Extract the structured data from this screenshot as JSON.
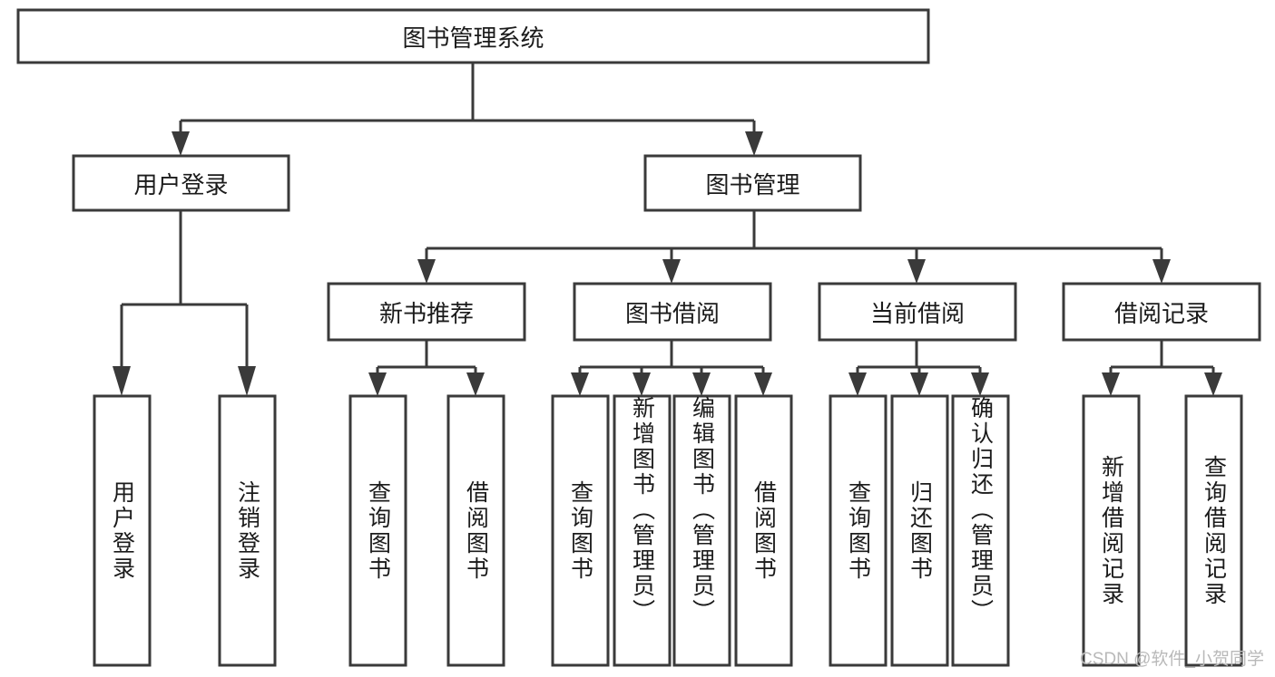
{
  "diagram": {
    "type": "tree",
    "title": "图书管理系统",
    "watermark": "CSDN @软件_小贺同学",
    "colors": {
      "box_stroke": "#3a3a3a",
      "box_fill": "#ffffff",
      "text": "#1b1b1b",
      "connector": "#3a3a3a",
      "watermark": "#b9b9b9",
      "background": "#ffffff"
    },
    "nodes": {
      "root": {
        "label": "图书管理系统"
      },
      "level2": [
        {
          "label": "用户登录"
        },
        {
          "label": "图书管理"
        }
      ],
      "level3": [
        {
          "label": "新书推荐"
        },
        {
          "label": "图书借阅"
        },
        {
          "label": "当前借阅"
        },
        {
          "label": "借阅记录"
        }
      ],
      "leaves_user_login": [
        {
          "label": "用户登录"
        },
        {
          "label": "注销登录"
        }
      ],
      "leaves_new_book": [
        {
          "label": "查询图书"
        },
        {
          "label": "借阅图书"
        }
      ],
      "leaves_borrow": [
        {
          "label": "查询图书"
        },
        {
          "label": "新增图书（管理员）"
        },
        {
          "label": "编辑图书（管理员）"
        },
        {
          "label": "借阅图书"
        }
      ],
      "leaves_current": [
        {
          "label": "查询图书"
        },
        {
          "label": "归还图书"
        },
        {
          "label": "确认归还（管理员）"
        }
      ],
      "leaves_records": [
        {
          "label": "新增借阅记录"
        },
        {
          "label": "查询借阅记录"
        }
      ]
    }
  }
}
